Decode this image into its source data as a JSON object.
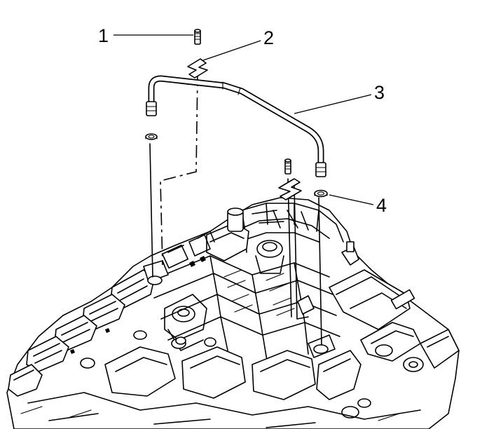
{
  "figure": {
    "callouts": [
      {
        "id": "1",
        "label": "1"
      },
      {
        "id": "2",
        "label": "2"
      },
      {
        "id": "3",
        "label": "3"
      },
      {
        "id": "4",
        "label": "4"
      }
    ]
  },
  "parts": {
    "bolt": "bolt-icon",
    "bracket": "bracket-icon",
    "pipe": "vent-pipe-icon",
    "seal": "o-ring-seal-icon",
    "manifold": "intake-manifold-icon"
  }
}
